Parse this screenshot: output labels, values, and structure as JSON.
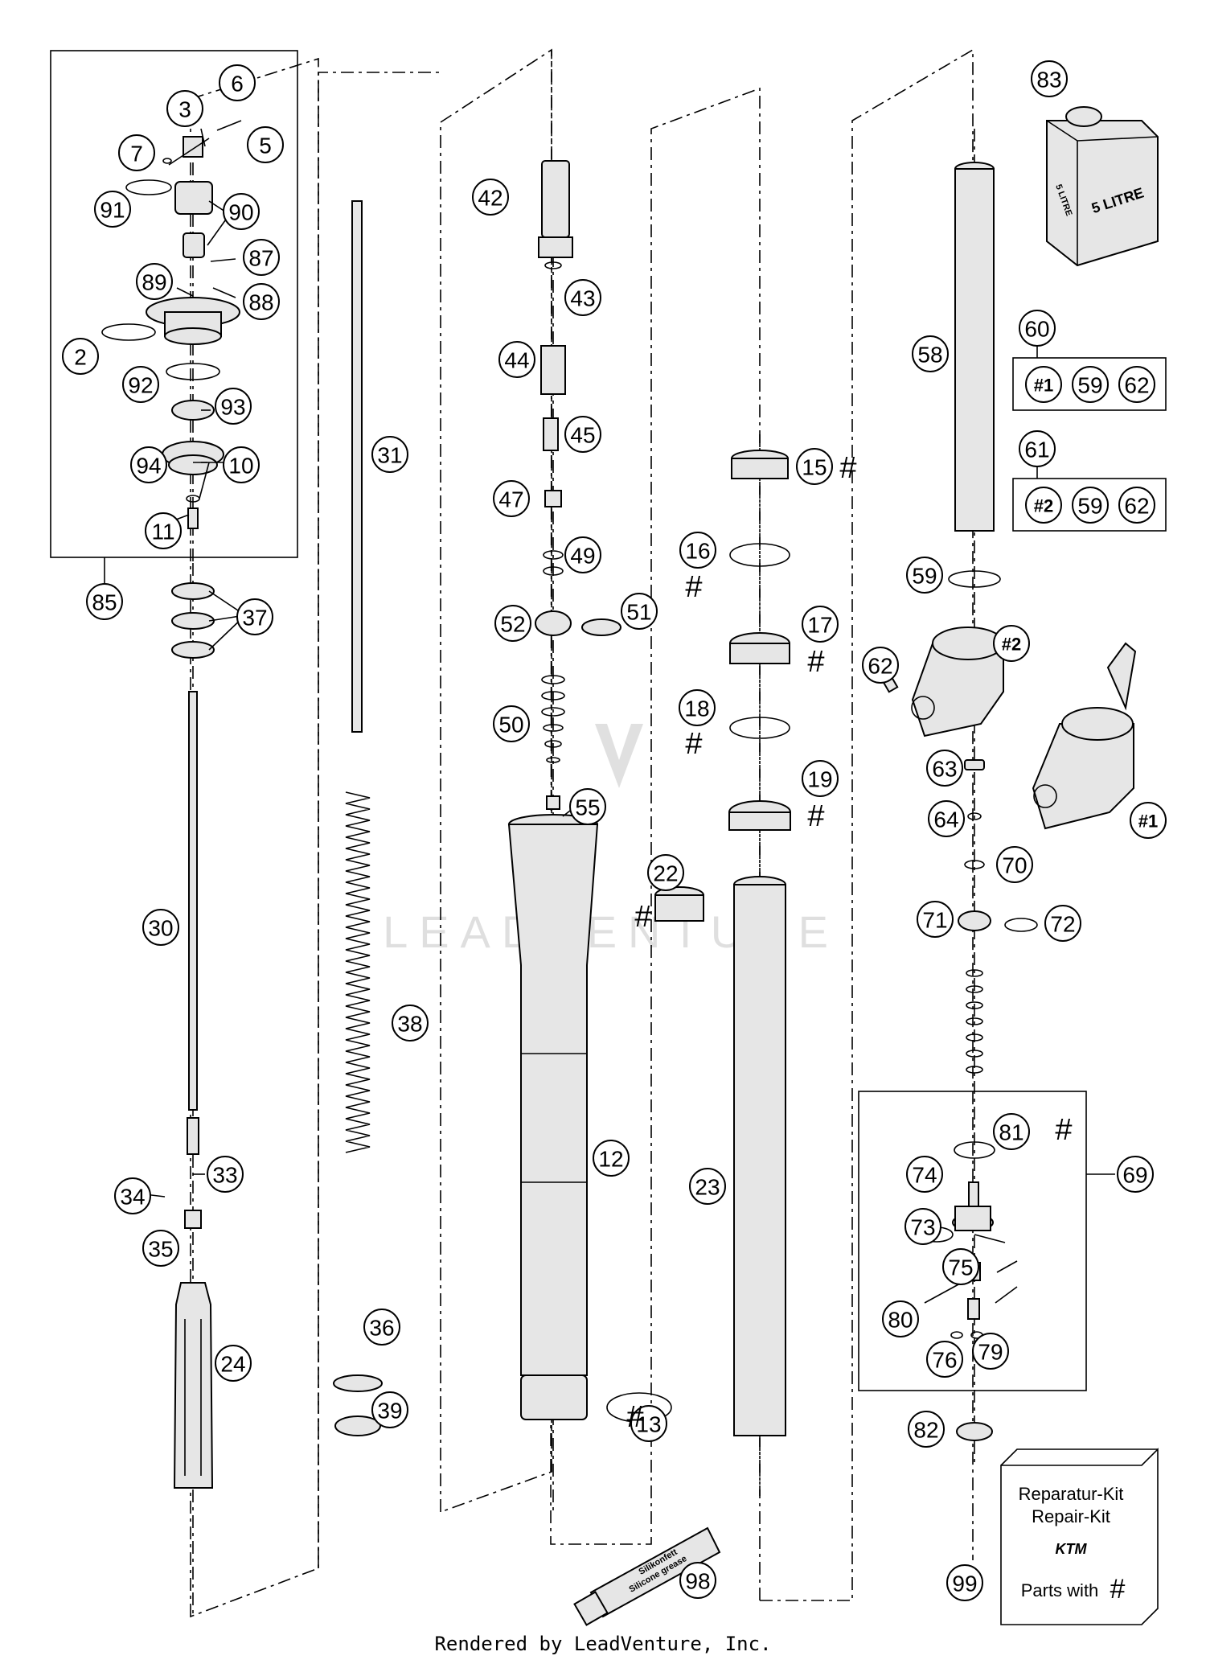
{
  "footer": "Rendered by LeadVenture, Inc.",
  "watermark": "LEADVENTURE",
  "callouts": [
    "83",
    "6",
    "3",
    "5",
    "7",
    "91",
    "90",
    "87",
    "89",
    "88",
    "2",
    "92",
    "93",
    "31",
    "94",
    "10",
    "11",
    "85",
    "37",
    "30",
    "33",
    "34",
    "35",
    "24",
    "38",
    "36",
    "39",
    "42",
    "43",
    "44",
    "45",
    "47",
    "49",
    "52",
    "51",
    "50",
    "55",
    "22",
    "12",
    "13",
    "98",
    "58",
    "60",
    "61",
    "15",
    "16",
    "17",
    "18",
    "19",
    "23",
    "59",
    "62",
    "63",
    "64",
    "70",
    "71",
    "72",
    "81",
    "69",
    "74",
    "73",
    "75",
    "80",
    "76",
    "79",
    "82",
    "99"
  ],
  "kit_boxes": [
    {
      "label": "60",
      "items": [
        "#1",
        "59",
        "62"
      ]
    },
    {
      "label": "61",
      "items": [
        "#2",
        "59",
        "62"
      ]
    }
  ],
  "markers": {
    "variant1": "#1",
    "variant2": "#2"
  },
  "hash_symbol": "#",
  "can_label": "5 LITRE",
  "tube_label_1": "Silikonfett",
  "tube_label_2": "Silicone grease",
  "repair_kit": {
    "line1": "Reparatur-Kit",
    "line2": "Repair-Kit",
    "brand": "KTM",
    "line3": "Parts with",
    "symbol": "#"
  }
}
